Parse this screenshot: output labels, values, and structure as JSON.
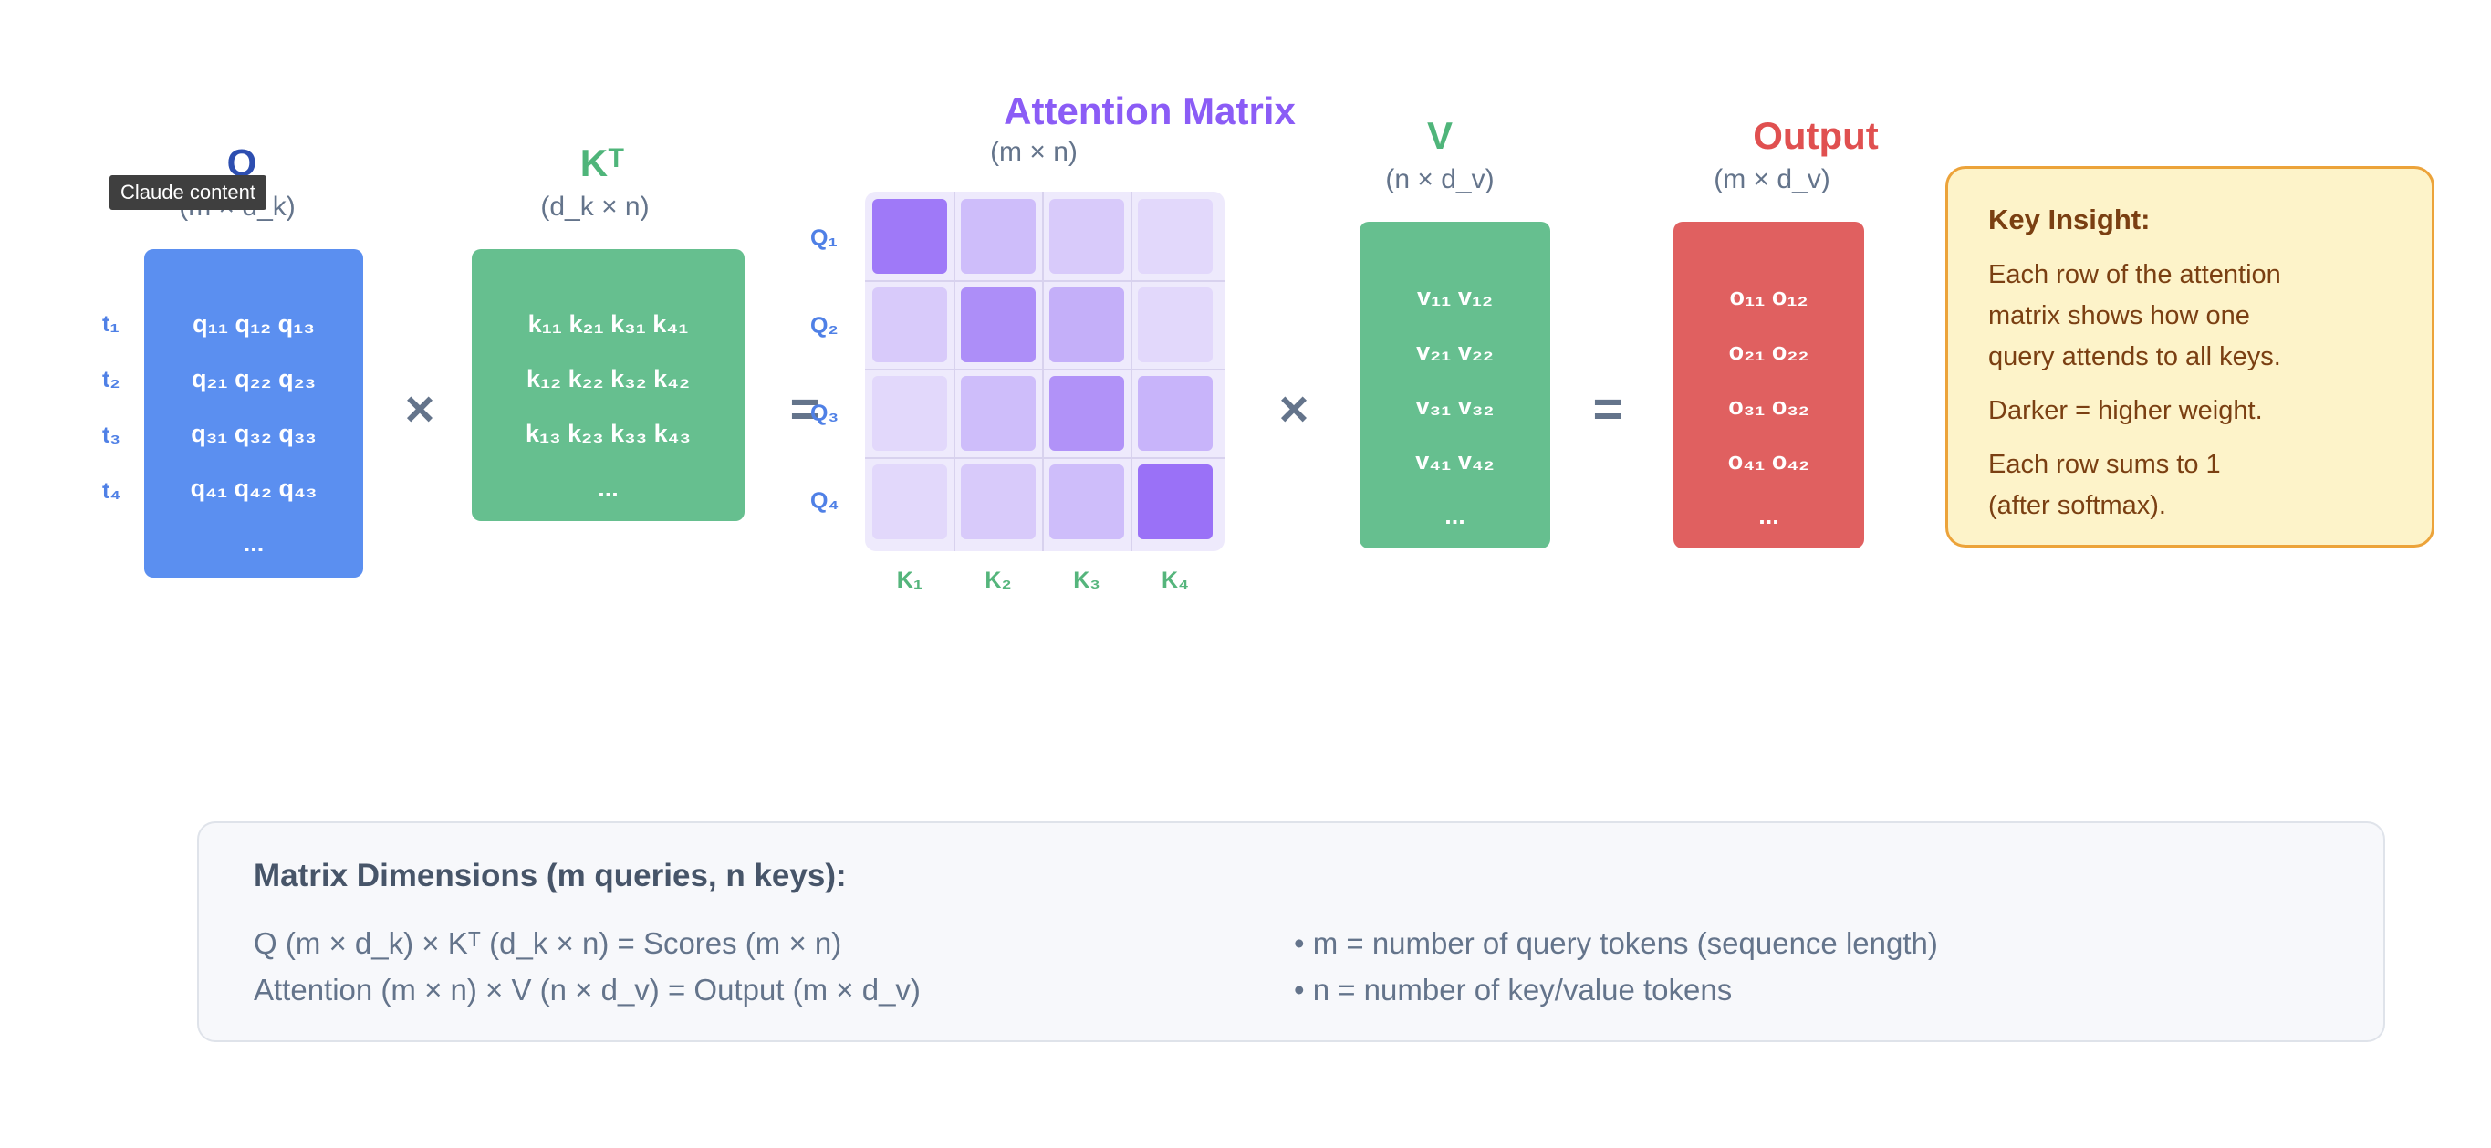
{
  "tooltip": "Claude content",
  "colors": {
    "q": "#5b8ff0",
    "k": "#66bf8f",
    "v": "#66bf8f",
    "output": "#e06060",
    "attention_title": "#8b5cf6",
    "dim_text": "#64748b",
    "insight_bg": "#fdf3c9",
    "insight_border": "#eca33a",
    "insight_text": "#7a3f12"
  },
  "q": {
    "title": "Q",
    "dims": "(m × d_k)",
    "rows": [
      "q₁₁ q₁₂ q₁₃",
      "q₂₁ q₂₂ q₂₃",
      "q₃₁ q₃₂ q₃₃",
      "q₄₁ q₄₂ q₄₃",
      "..."
    ],
    "row_labels": [
      "t₁",
      "t₂",
      "t₃",
      "t₄"
    ]
  },
  "k": {
    "title": "Kᵀ",
    "dims": "(d_k × n)",
    "rows": [
      "k₁₁ k₂₁ k₃₁ k₄₁",
      "k₁₂ k₂₂ k₃₂ k₄₂",
      "k₁₃ k₂₃ k₃₃ k₄₃",
      "..."
    ]
  },
  "attention": {
    "title": "Attention Matrix",
    "dims": "(m × n)",
    "row_labels": [
      "Q₁",
      "Q₂",
      "Q₃",
      "Q₄"
    ],
    "col_labels": [
      "K₁",
      "K₂",
      "K₃",
      "K₄"
    ],
    "weights": [
      [
        0.8,
        0.32,
        0.22,
        0.12
      ],
      [
        0.22,
        0.65,
        0.42,
        0.12
      ],
      [
        0.12,
        0.32,
        0.62,
        0.38
      ],
      [
        0.12,
        0.22,
        0.32,
        0.85
      ]
    ]
  },
  "v": {
    "title": "V",
    "dims": "(n × d_v)",
    "rows": [
      "v₁₁ v₁₂",
      "v₂₁ v₂₂",
      "v₃₁ v₃₂",
      "v₄₁ v₄₂",
      "..."
    ]
  },
  "output": {
    "title": "Output",
    "dims": "(m × d_v)",
    "rows": [
      "o₁₁ o₁₂",
      "o₂₁ o₂₂",
      "o₃₁ o₃₂",
      "o₄₁ o₄₂",
      "..."
    ]
  },
  "operators": {
    "times1": "×",
    "equals1": "=",
    "times2": "×",
    "equals2": "="
  },
  "insight": {
    "title": "Key Insight:",
    "p1": "Each row of the attention matrix shows how one query attends to all keys.",
    "p2": "Darker = higher weight.",
    "p3": "Each row sums to 1 (after softmax)."
  },
  "dimensions": {
    "title": "Matrix Dimensions (m queries, n keys):",
    "line1": "Q (m × d_k) × Kᵀ (d_k × n) = Scores (m × n)",
    "line2": "Attention (m × n) × V (n × d_v) = Output (m × d_v)",
    "bullet1": "• m = number of query tokens (sequence length)",
    "bullet2": "• n = number of key/value tokens"
  }
}
